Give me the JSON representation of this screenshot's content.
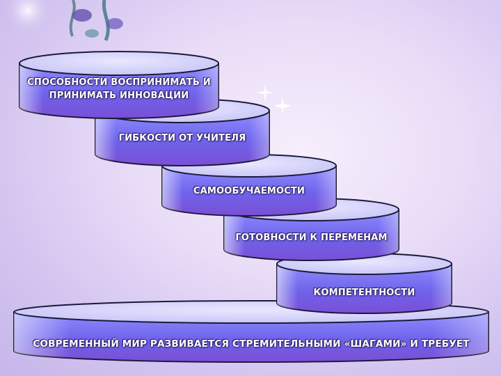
{
  "steps": [
    {
      "label": "СОВРЕМЕННЫЙ МИР РАЗВИВАЕТСЯ СТРЕМИТЕЛЬНЫМИ «ШАГАМИ» И ТРЕБУЕТ"
    },
    {
      "label": "КОМПЕТЕНТНОСТИ"
    },
    {
      "label": "ГОТОВНОСТИ К ПЕРЕМЕНАМ"
    },
    {
      "label": "САМООБУЧАЕМОСТИ"
    },
    {
      "label": "ГИБКОСТИ ОТ УЧИТЕЛЯ"
    },
    {
      "label": "СПОСОБНОСТИ ВОСПРИНИМАТЬ И ПРИНИМАТЬ ИННОВАЦИИ"
    }
  ],
  "colors": {
    "top_light": "#e9e7ff",
    "top_mid": "#c9c7f7",
    "side_light": "#8e8cff",
    "side_mid": "#6f63ea",
    "side_dark": "#7a4fd6",
    "outline": "#1c1a3a"
  }
}
